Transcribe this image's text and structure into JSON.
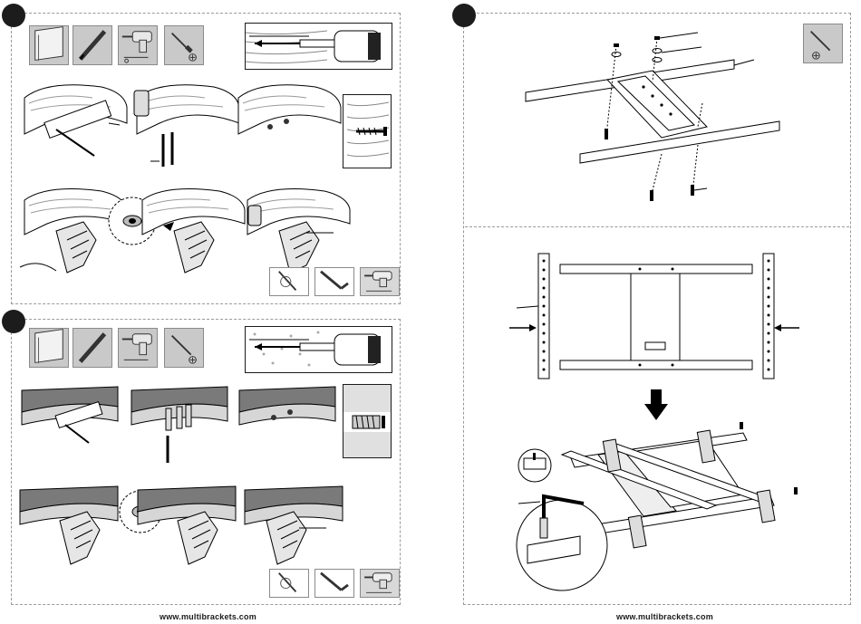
{
  "footer": {
    "left_url": "www.multibrackets.com",
    "right_url": "www.multibrackets.com"
  },
  "steps": [
    {
      "id": "step-1",
      "section": "wood ceiling mounting"
    },
    {
      "id": "step-2",
      "section": "concrete ceiling mounting"
    },
    {
      "id": "step-3",
      "section": "bracket and rail assembly"
    }
  ],
  "tools": {
    "left_top": [
      "ruler-icon",
      "pencil-icon",
      "drill-icon",
      "screwdriver-icon"
    ],
    "left_bottom": [
      "ruler-icon",
      "pencil-icon",
      "drill-icon",
      "screwdriver-icon"
    ],
    "right_top": [
      "screwdriver-icon"
    ]
  },
  "colors": {
    "panel_border": "#9a9a9a",
    "step_dot": "#1c1c1c",
    "tool_bg": "#c9c9c9",
    "line": "#1a1a1a"
  }
}
